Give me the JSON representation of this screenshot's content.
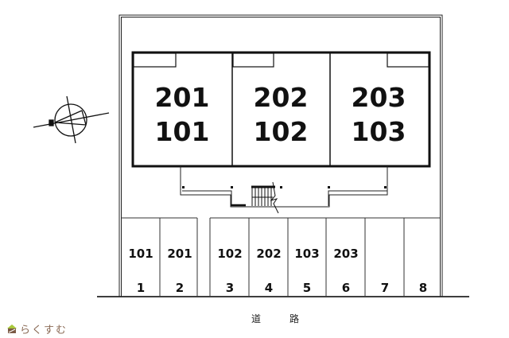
{
  "building": {
    "units": [
      {
        "upper": "201",
        "lower": "101"
      },
      {
        "upper": "202",
        "lower": "102"
      },
      {
        "upper": "203",
        "lower": "103"
      }
    ]
  },
  "parking": {
    "spaces": [
      {
        "number": "1",
        "assigned": "101"
      },
      {
        "number": "2",
        "assigned": "201"
      },
      {
        "number": "3",
        "assigned": "102"
      },
      {
        "number": "4",
        "assigned": "202"
      },
      {
        "number": "5",
        "assigned": "103"
      },
      {
        "number": "6",
        "assigned": "203"
      },
      {
        "number": "7",
        "assigned": ""
      },
      {
        "number": "8",
        "assigned": ""
      }
    ]
  },
  "road": {
    "label_1": "道",
    "label_2": "路"
  },
  "branding": {
    "logo_text": "らくすむ",
    "logo_roof_color": "#a8c83a",
    "logo_body_color": "#7a5a45"
  },
  "compass": {
    "icon": "north-arrow-icon"
  }
}
